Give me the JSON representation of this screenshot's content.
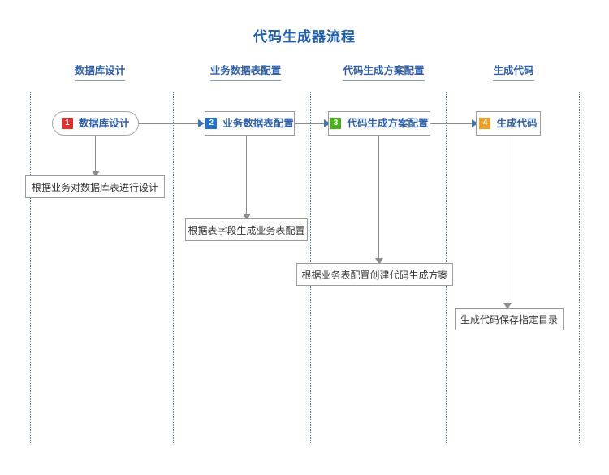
{
  "title": "代码生成器流程",
  "colors": {
    "title": "#1F5FAE",
    "lane_header": "#2F5FA8",
    "lane_separator": "#4A7EBB",
    "node_border": "#9B9B9B",
    "connector": "#8C8C8C",
    "arrow_horizontal": "#3F72B5",
    "badge_1": "#E03030",
    "badge_2": "#2272C8",
    "badge_3": "#4CAF1F",
    "badge_4": "#F0A020"
  },
  "lanes": [
    {
      "label": "数据库设计"
    },
    {
      "label": "业务数据表配置"
    },
    {
      "label": "代码生成方案配置"
    },
    {
      "label": "生成代码"
    }
  ],
  "nodes": [
    {
      "number": "1",
      "label": "数据库设计"
    },
    {
      "number": "2",
      "label": "业务数据表配置"
    },
    {
      "number": "3",
      "label": "代码生成方案配置"
    },
    {
      "number": "4",
      "label": "生成代码"
    }
  ],
  "descriptions": [
    {
      "text": "根据业务对数据库表进行设计"
    },
    {
      "text": "根据表字段生成业务表配置"
    },
    {
      "text": "根据业务表配置创建代码生成方案"
    },
    {
      "text": "生成代码保存指定目录"
    }
  ]
}
